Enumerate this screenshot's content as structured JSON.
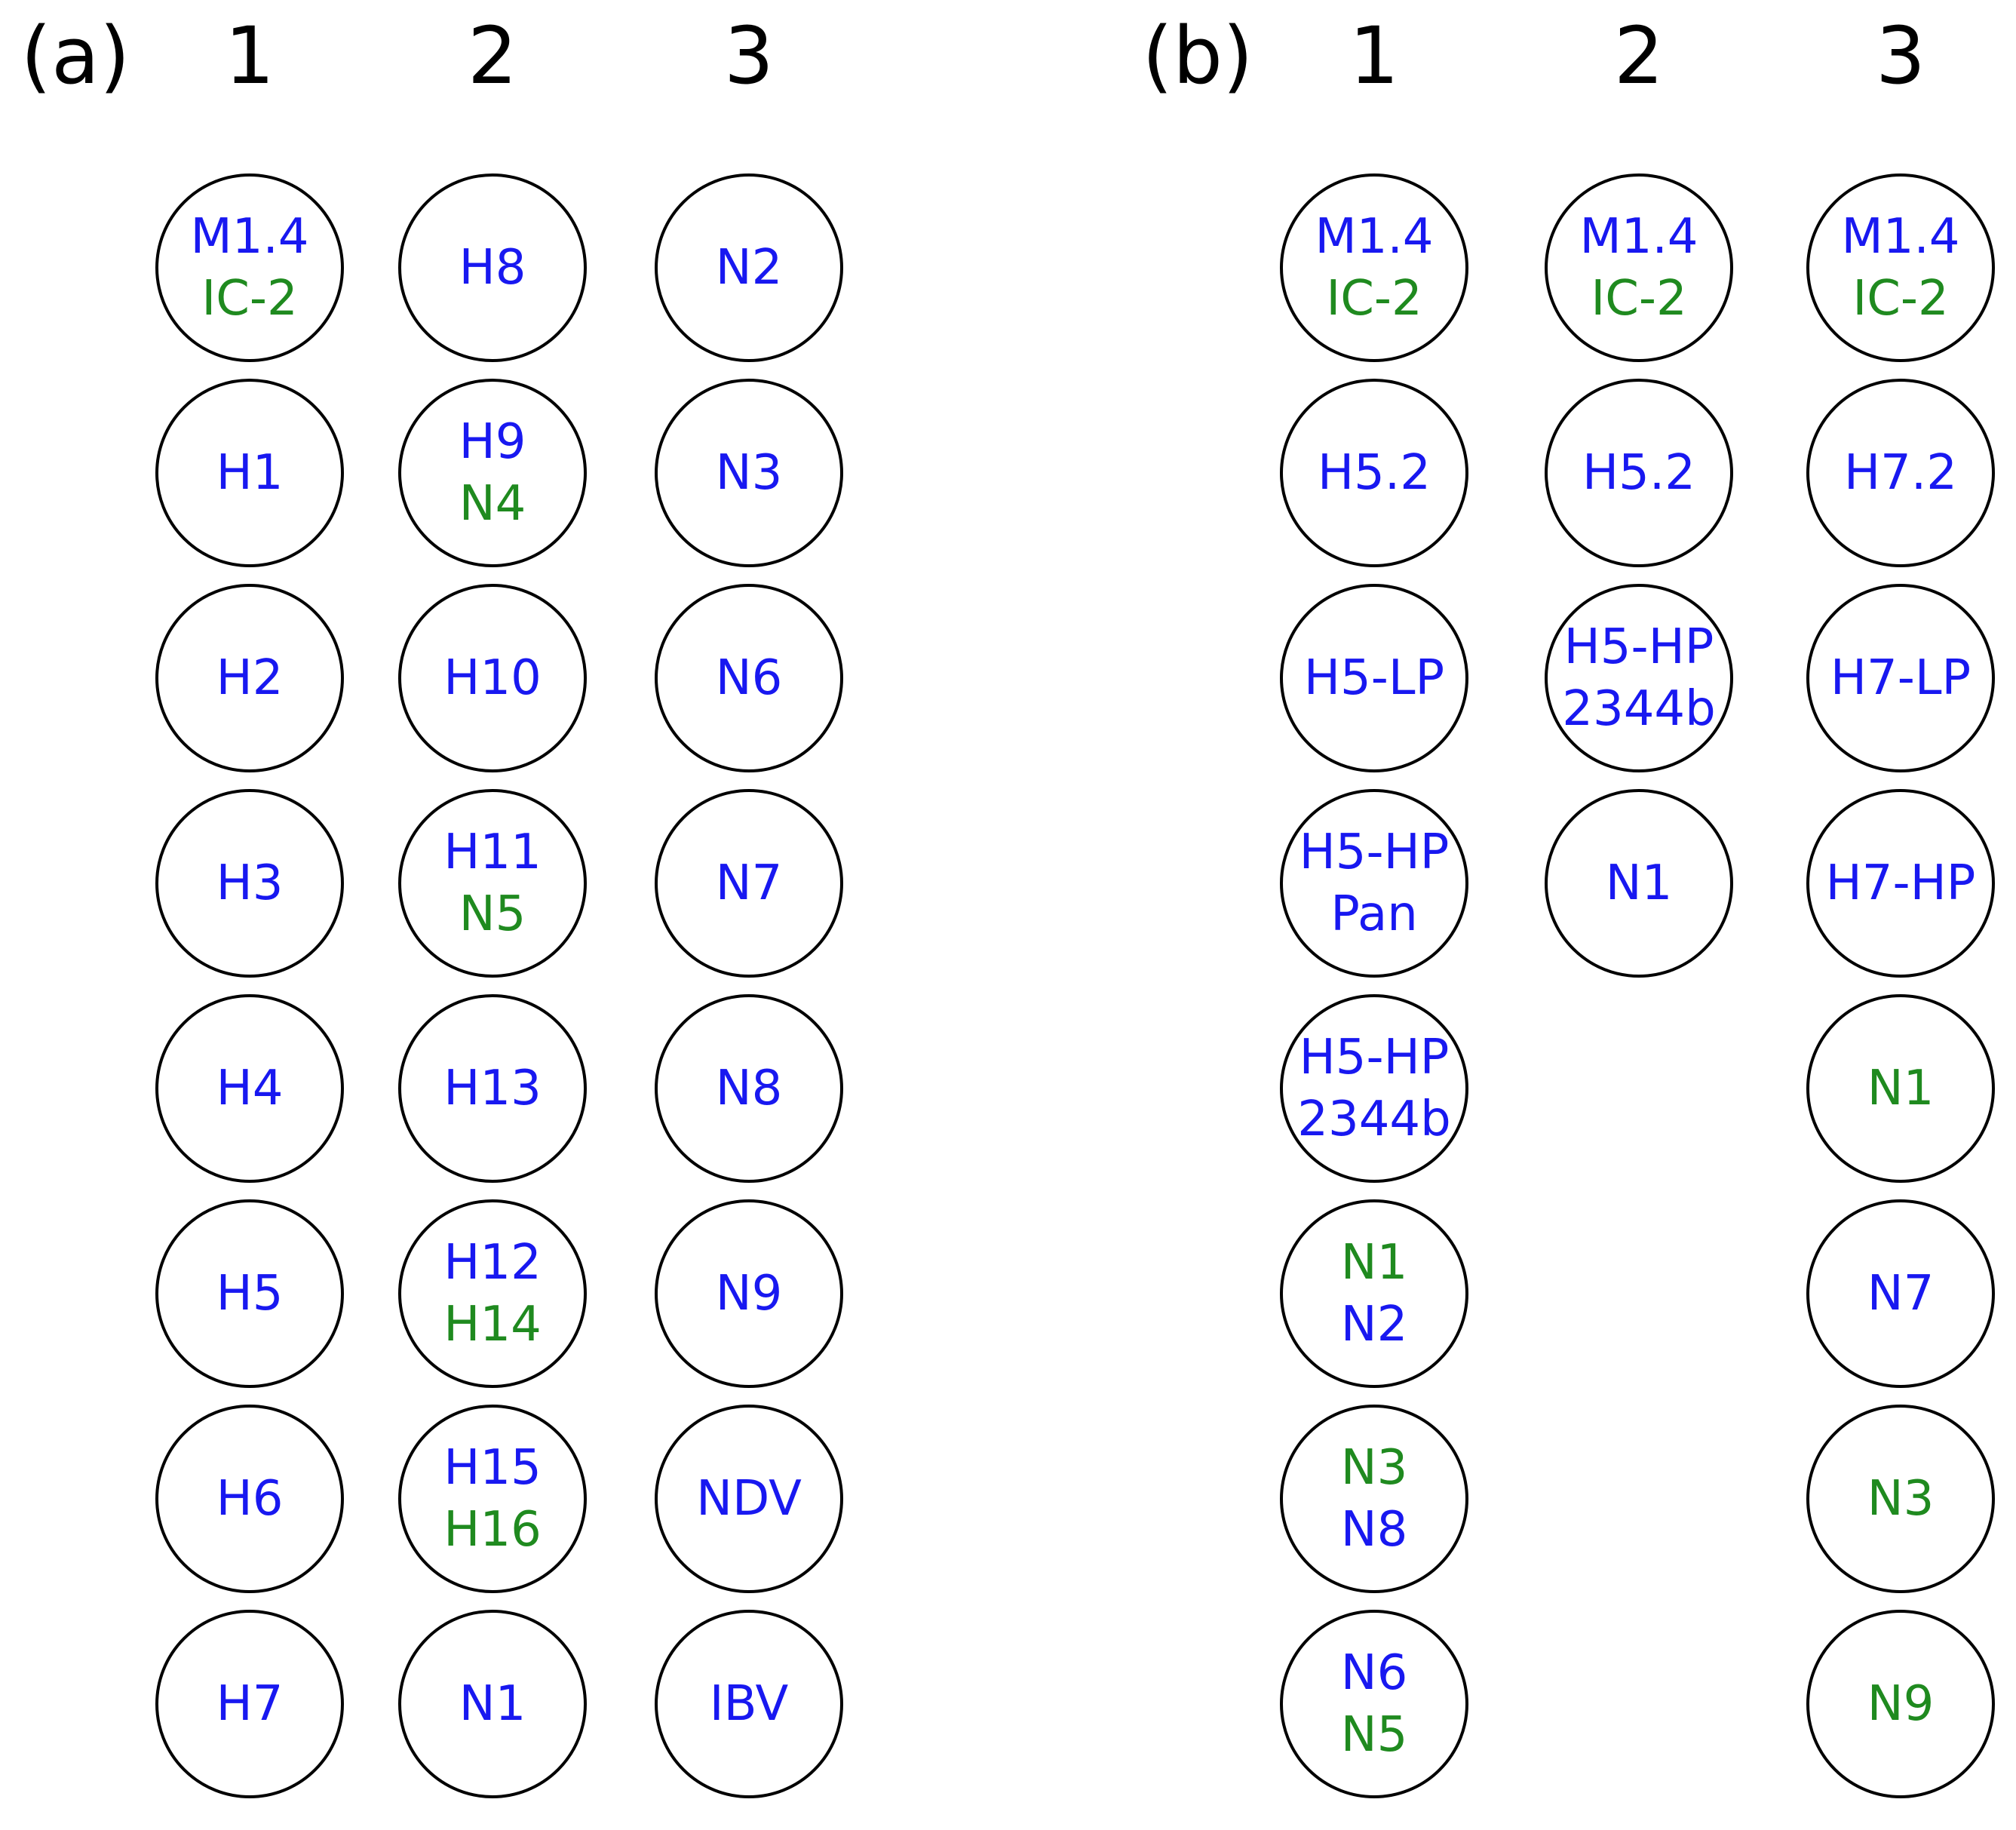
{
  "colors": {
    "blue": "#1818f0",
    "green": "#1f8a1f"
  },
  "panels": [
    {
      "label": "(a)",
      "columns": [
        {
          "number": "1",
          "wells": [
            [
              {
                "text": "M1.4",
                "color": "blue"
              },
              {
                "text": "IC-2",
                "color": "green"
              }
            ],
            [
              {
                "text": "H1",
                "color": "blue"
              }
            ],
            [
              {
                "text": "H2",
                "color": "blue"
              }
            ],
            [
              {
                "text": "H3",
                "color": "blue"
              }
            ],
            [
              {
                "text": "H4",
                "color": "blue"
              }
            ],
            [
              {
                "text": "H5",
                "color": "blue"
              }
            ],
            [
              {
                "text": "H6",
                "color": "blue"
              }
            ],
            [
              {
                "text": "H7",
                "color": "blue"
              }
            ]
          ]
        },
        {
          "number": "2",
          "wells": [
            [
              {
                "text": "H8",
                "color": "blue"
              }
            ],
            [
              {
                "text": "H9",
                "color": "blue"
              },
              {
                "text": "N4",
                "color": "green"
              }
            ],
            [
              {
                "text": "H10",
                "color": "blue"
              }
            ],
            [
              {
                "text": "H11",
                "color": "blue"
              },
              {
                "text": "N5",
                "color": "green"
              }
            ],
            [
              {
                "text": "H13",
                "color": "blue"
              }
            ],
            [
              {
                "text": "H12",
                "color": "blue"
              },
              {
                "text": "H14",
                "color": "green"
              }
            ],
            [
              {
                "text": "H15",
                "color": "blue"
              },
              {
                "text": "H16",
                "color": "green"
              }
            ],
            [
              {
                "text": "N1",
                "color": "blue"
              }
            ]
          ]
        },
        {
          "number": "3",
          "wells": [
            [
              {
                "text": "N2",
                "color": "blue"
              }
            ],
            [
              {
                "text": "N3",
                "color": "blue"
              }
            ],
            [
              {
                "text": "N6",
                "color": "blue"
              }
            ],
            [
              {
                "text": "N7",
                "color": "blue"
              }
            ],
            [
              {
                "text": "N8",
                "color": "blue"
              }
            ],
            [
              {
                "text": "N9",
                "color": "blue"
              }
            ],
            [
              {
                "text": "NDV",
                "color": "blue"
              }
            ],
            [
              {
                "text": "IBV",
                "color": "blue"
              }
            ]
          ]
        }
      ]
    },
    {
      "label": "(b)",
      "columns": [
        {
          "number": "1",
          "wells": [
            [
              {
                "text": "M1.4",
                "color": "blue"
              },
              {
                "text": "IC-2",
                "color": "green"
              }
            ],
            [
              {
                "text": "H5.2",
                "color": "blue"
              }
            ],
            [
              {
                "text": "H5-LP",
                "color": "blue"
              }
            ],
            [
              {
                "text": "H5-HP",
                "color": "blue"
              },
              {
                "text": "Pan",
                "color": "blue"
              }
            ],
            [
              {
                "text": "H5-HP",
                "color": "blue"
              },
              {
                "text": "2344b",
                "color": "blue"
              }
            ],
            [
              {
                "text": "N1",
                "color": "green"
              },
              {
                "text": "N2",
                "color": "blue"
              }
            ],
            [
              {
                "text": "N3",
                "color": "green"
              },
              {
                "text": "N8",
                "color": "blue"
              }
            ],
            [
              {
                "text": "N6",
                "color": "blue"
              },
              {
                "text": "N5",
                "color": "green"
              }
            ]
          ]
        },
        {
          "number": "2",
          "wells": [
            [
              {
                "text": "M1.4",
                "color": "blue"
              },
              {
                "text": "IC-2",
                "color": "green"
              }
            ],
            [
              {
                "text": "H5.2",
                "color": "blue"
              }
            ],
            [
              {
                "text": "H5-HP",
                "color": "blue"
              },
              {
                "text": "2344b",
                "color": "blue"
              }
            ],
            [
              {
                "text": "N1",
                "color": "blue"
              }
            ]
          ]
        },
        {
          "number": "3",
          "wells": [
            [
              {
                "text": "M1.4",
                "color": "blue"
              },
              {
                "text": "IC-2",
                "color": "green"
              }
            ],
            [
              {
                "text": "H7.2",
                "color": "blue"
              }
            ],
            [
              {
                "text": "H7-LP",
                "color": "blue"
              }
            ],
            [
              {
                "text": "H7-HP",
                "color": "blue"
              }
            ],
            [
              {
                "text": "N1",
                "color": "green"
              }
            ],
            [
              {
                "text": "N7",
                "color": "blue"
              }
            ],
            [
              {
                "text": "N3",
                "color": "green"
              }
            ],
            [
              {
                "text": "N9",
                "color": "green"
              }
            ]
          ]
        }
      ]
    }
  ]
}
